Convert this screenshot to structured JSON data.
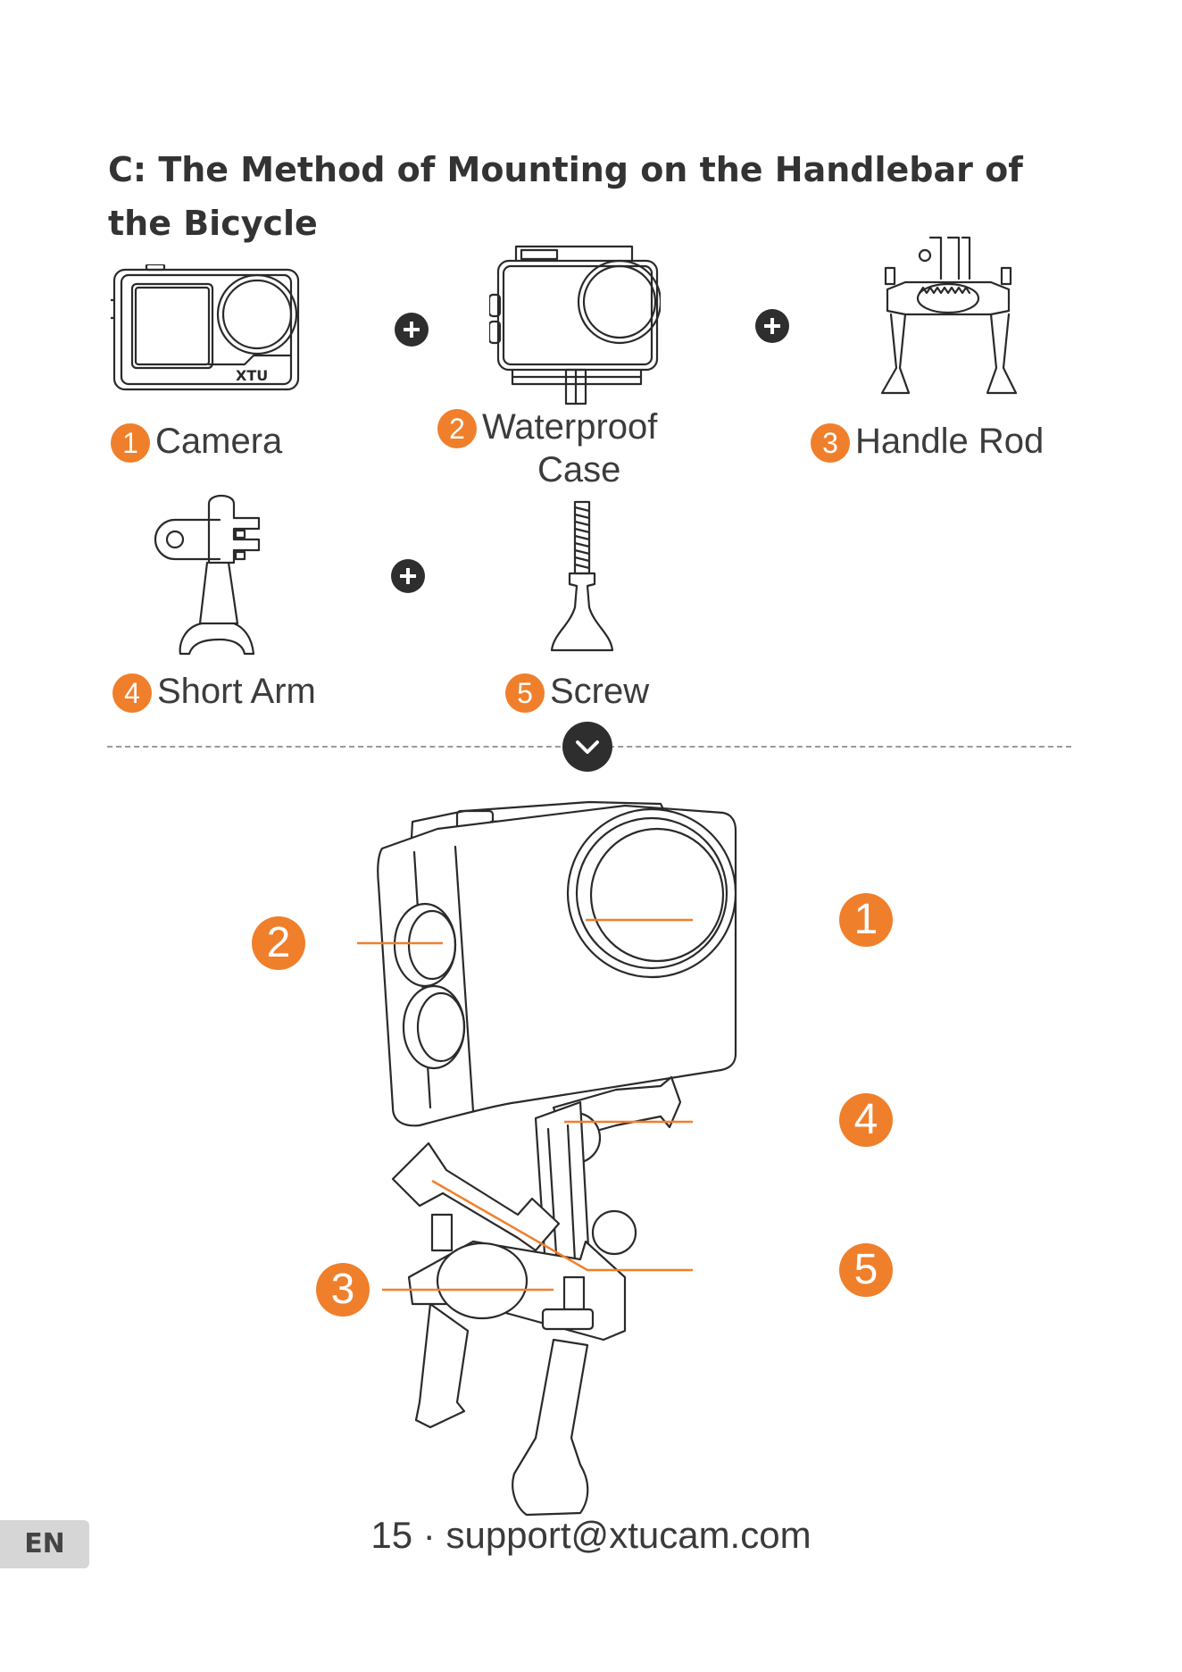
{
  "page": {
    "title": "C: The Method of Mounting on the Handlebar of the Bicycle",
    "accent_color": "#f07f2b",
    "parts": [
      {
        "num": "1",
        "label": "Camera"
      },
      {
        "num": "2",
        "label_line1": "Waterproof",
        "label_line2": "Case"
      },
      {
        "num": "3",
        "label": "Handle Rod"
      },
      {
        "num": "4",
        "label": "Short Arm"
      },
      {
        "num": "5",
        "label": "Screw"
      }
    ],
    "camera_logo": "XTU",
    "callouts": [
      "1",
      "2",
      "3",
      "4",
      "5"
    ],
    "footer": "15 · support@xtucam.com",
    "lang": "EN",
    "icons": {
      "plus": "plus-circle-icon",
      "down": "chevron-down-circle-icon"
    }
  }
}
